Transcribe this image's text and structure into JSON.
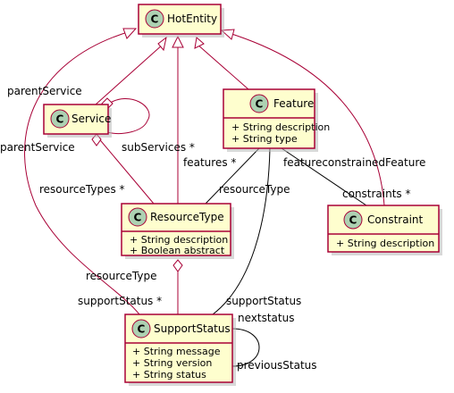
{
  "classes": {
    "hotentity": {
      "name": "HotEntity",
      "attributes": []
    },
    "service": {
      "name": "Service",
      "attributes": []
    },
    "feature": {
      "name": "Feature",
      "attributes": [
        "+ String description",
        "+ String type"
      ]
    },
    "resourcetype": {
      "name": "ResourceType",
      "attributes": [
        "+ String description",
        "+ Boolean abstract"
      ]
    },
    "constraint": {
      "name": "Constraint",
      "attributes": [
        "+ String description"
      ]
    },
    "supportstatus": {
      "name": "SupportStatus",
      "attributes": [
        "+ String message",
        "+ String version",
        "+ String status"
      ]
    }
  },
  "badge_letter": "C",
  "labels": {
    "parent_service_top": "parentService",
    "parent_service_left": "parentService",
    "sub_services": "subServices *",
    "resource_types": "resourceTypes *",
    "features": "features *",
    "resource_type_feature": "resourceType",
    "feature_constrained_feature": "featureconstrainedFeature",
    "constraints": "constraints *",
    "resource_type_status": "resourceType",
    "support_status_left": "supportStatus *",
    "support_status_right": "supportStatus",
    "next_status": "nextstatus",
    "previous_status": "previousStatus"
  },
  "colors": {
    "class_fill": "#FEFECE",
    "border": "#A80036",
    "badge_fill": "#ADD1B2"
  }
}
